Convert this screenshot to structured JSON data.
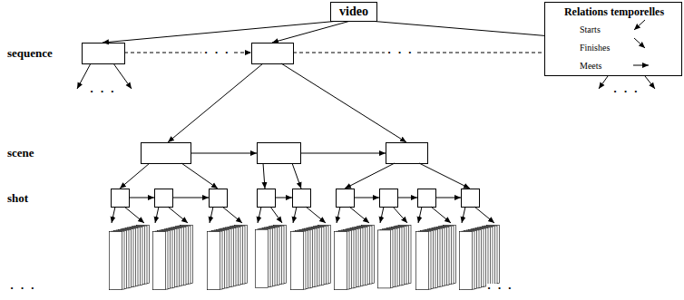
{
  "diagram": {
    "nodes": [
      {
        "text": [
          "video"
        ]
      },
      {
        "text": [
          "Relations temporelles"
        ]
      }
    ],
    "labels": [
      "sequence",
      "• • •",
      "• • •",
      "• • •",
      "• • •",
      "scene",
      "shot",
      "• • •",
      "• • •"
    ],
    "legend": [
      {
        "text": "Starts"
      },
      {
        "text": "Finishes"
      },
      {
        "text": "Meets"
      }
    ]
  }
}
